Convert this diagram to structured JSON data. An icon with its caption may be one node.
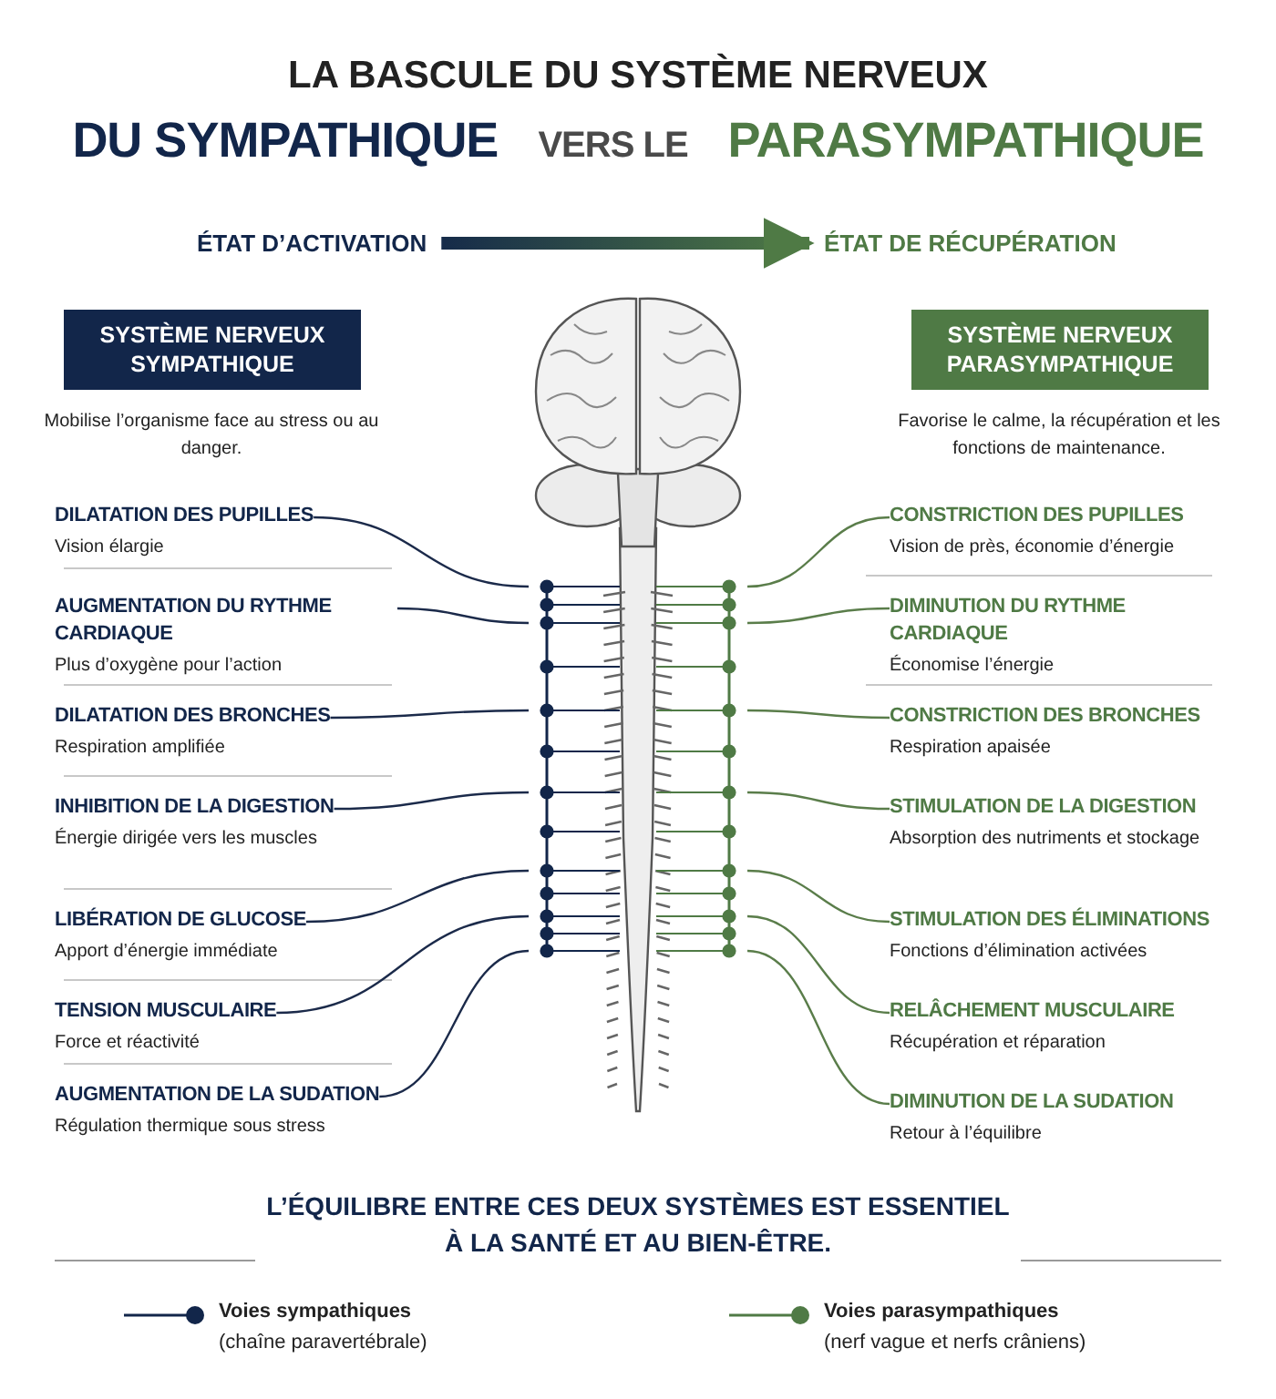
{
  "diagram": {
    "title": "LA BASCULE DU SYSTÈME NERVEUX",
    "caption": "L’ÉQUILIBRE ENTRE CES DEUX SYSTÈMES EST ESSENTIEL À LA SANTÉ ET AU BIEN-ÊTRE.",
    "nodes": [
      {
        "text": [
          "ÉTAT D’ACTIVATION"
        ]
      },
      {
        "text": [
          "ÉTAT DE RÉCUPÉRATION"
        ]
      },
      {
        "text": [
          "SYSTÈME NERVEUX SYMPATHIQUE"
        ],
        "beside": [
          "Mobilise l’organisme face au stress ou au danger."
        ]
      },
      {
        "text": [
          "SYSTÈME NERVEUX PARASYMPATHIQUE"
        ],
        "beside": [
          "Favorise le calme, la récupération et les fonctions de maintenance."
        ]
      },
      {
        "text": [
          "DILATATION DES PUPILLES",
          "Vision élargie"
        ]
      },
      {
        "text": [
          "AUGMENTATION DU RYTHME CARDIAQUE",
          "Plus d’oxygène pour l’action"
        ]
      },
      {
        "text": [
          "DILATATION DES BRONCHES",
          "Respiration amplifiée"
        ]
      },
      {
        "text": [
          "INHIBITION DE LA DIGESTION",
          "Énergie dirigée vers les muscles"
        ]
      },
      {
        "text": [
          "LIBÉRATION DE GLUCOSE",
          "Apport d’énergie immédiate"
        ]
      },
      {
        "text": [
          "TENSION MUSCULAIRE",
          "Force et réactivité"
        ]
      },
      {
        "text": [
          "AUGMENTATION DE LA SUDATION",
          "Régulation thermique sous stress"
        ]
      },
      {
        "text": [
          "CONSTRICTION DES PUPILLES",
          "Vision de près, économie d’énergie"
        ]
      },
      {
        "text": [
          "DIMINUTION DU RYTHME CARDIAQUE",
          "Économise l’énergie"
        ]
      },
      {
        "text": [
          "CONSTRICTION DES BRONCHES",
          "Respiration apaisée"
        ]
      },
      {
        "text": [
          "STIMULATION DE LA DIGESTION",
          "Absorption des nutriments et stockage"
        ]
      },
      {
        "text": [
          "STIMULATION DES ÉLIMINATIONS",
          "Fonctions d’élimination activées"
        ]
      },
      {
        "text": [
          "RELÂCHEMENT MUSCULAIRE",
          "Récupération et réparation"
        ]
      },
      {
        "text": [
          "DIMINUTION DE LA SUDATION",
          "Retour à l’équilibre"
        ]
      },
      {
        "text": [],
        "shape": "picture"
      }
    ],
    "edges": [
      {
        "from": 0,
        "to": 1,
        "arrow": "to",
        "style": "thick"
      },
      {
        "from": 4,
        "to": 18,
        "arrow": "none",
        "color": "#1b2a4a"
      },
      {
        "from": 5,
        "to": 18,
        "arrow": "none",
        "color": "#1b2a4a"
      },
      {
        "from": 6,
        "to": 18,
        "arrow": "none",
        "color": "#1b2a4a"
      },
      {
        "from": 7,
        "to": 18,
        "arrow": "none",
        "color": "#1b2a4a"
      },
      {
        "from": 8,
        "to": 18,
        "arrow": "none",
        "color": "#1b2a4a"
      },
      {
        "from": 9,
        "to": 18,
        "arrow": "none",
        "color": "#1b2a4a"
      },
      {
        "from": 10,
        "to": 18,
        "arrow": "none",
        "color": "#1b2a4a"
      },
      {
        "from": 11,
        "to": 18,
        "arrow": "none",
        "color": "#5a7d4a"
      },
      {
        "from": 12,
        "to": 18,
        "arrow": "none",
        "color": "#5a7d4a"
      },
      {
        "from": 13,
        "to": 18,
        "arrow": "none",
        "color": "#5a7d4a"
      },
      {
        "from": 14,
        "to": 18,
        "arrow": "none",
        "color": "#5a7d4a"
      },
      {
        "from": 15,
        "to": 18,
        "arrow": "none",
        "color": "#5a7d4a"
      },
      {
        "from": 16,
        "to": 18,
        "arrow": "none",
        "color": "#5a7d4a"
      },
      {
        "from": 17,
        "to": 18,
        "arrow": "none",
        "color": "#5a7d4a"
      }
    ],
    "labels": [
      "DU SYMPATHIQUE",
      "VERS LE",
      "PARASYMPATHIQUE"
    ],
    "legend": [
      {
        "text": "**Voies sympathiques** (chaîne paravertébrale)"
      },
      {
        "text": "**Voies parasympathiques** (nerf vague et nerfs crâniens)"
      }
    ]
  }
}
